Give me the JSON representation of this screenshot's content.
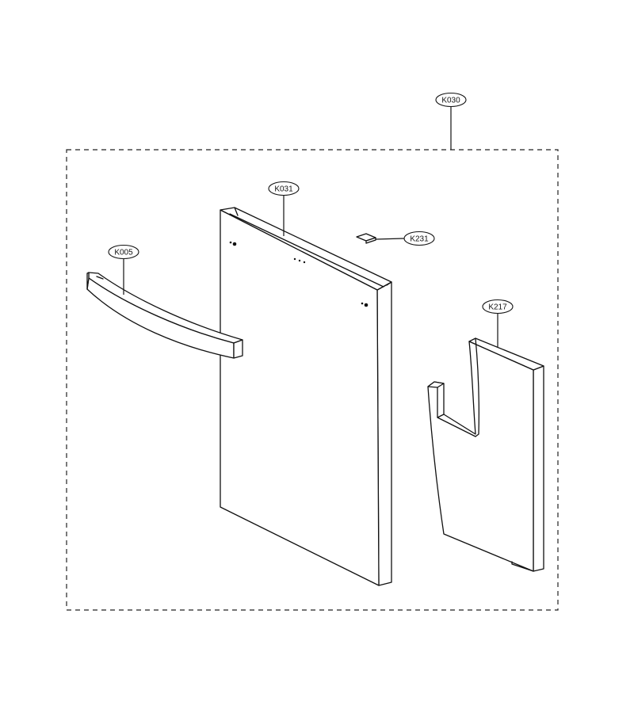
{
  "diagram": {
    "labels": {
      "assembly": "K030",
      "door_panel": "K031",
      "handle": "K005",
      "clip": "K231",
      "insulation": "K217"
    }
  }
}
